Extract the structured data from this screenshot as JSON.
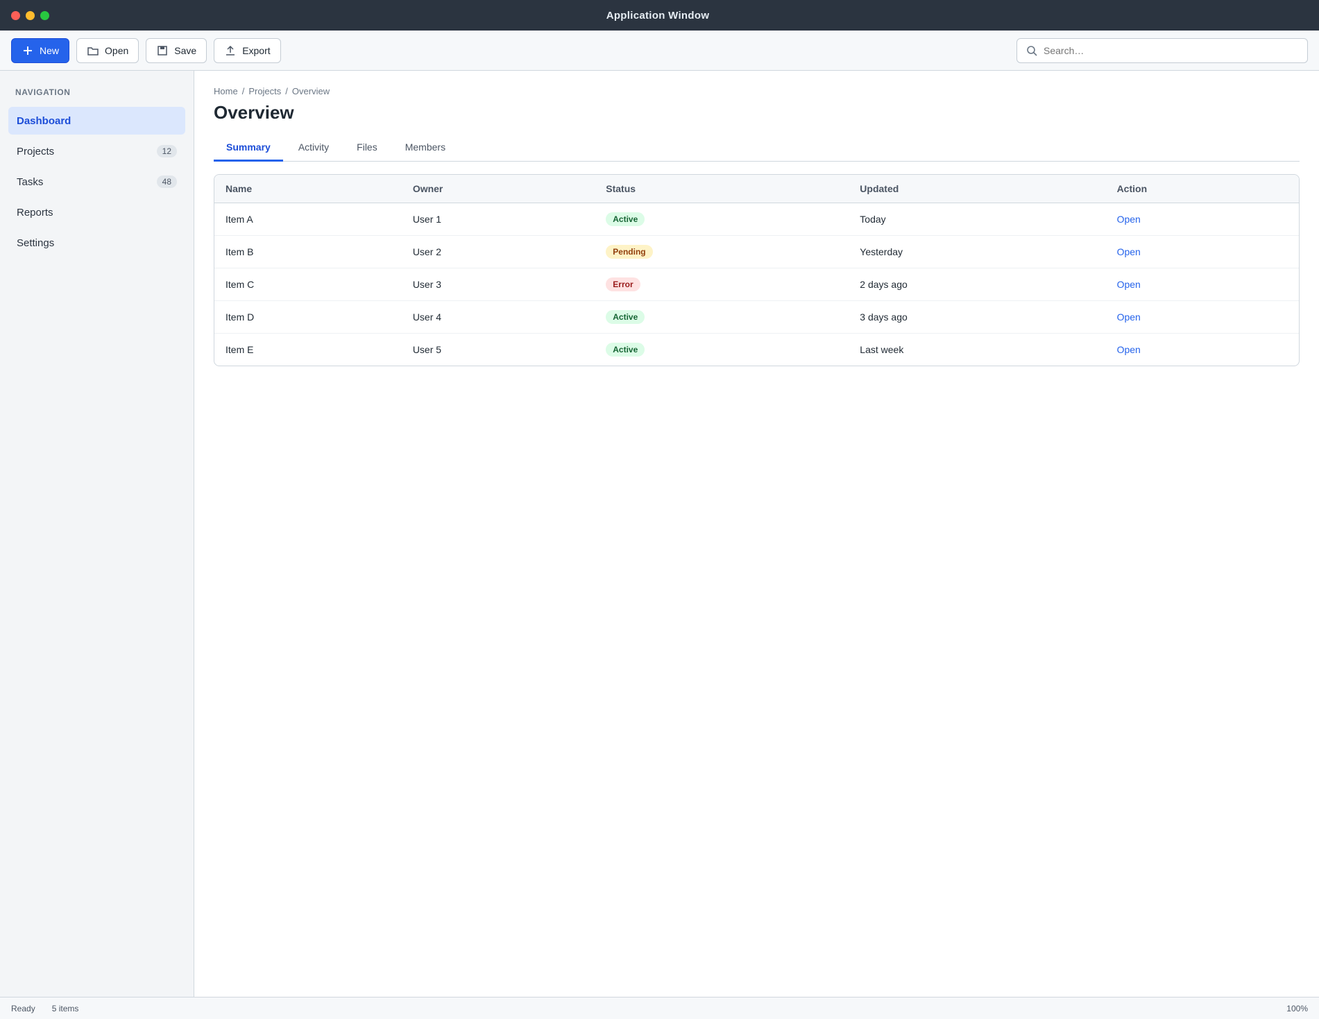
{
  "window": {
    "title": "Application Window"
  },
  "toolbar": {
    "new_label": "New",
    "open_label": "Open",
    "save_label": "Save",
    "export_label": "Export",
    "search_placeholder": "Search…"
  },
  "sidebar": {
    "heading": "Navigation",
    "items": [
      {
        "label": "Dashboard",
        "count": ""
      },
      {
        "label": "Projects",
        "count": "12"
      },
      {
        "label": "Tasks",
        "count": "48"
      },
      {
        "label": "Reports",
        "count": ""
      },
      {
        "label": "Settings",
        "count": ""
      }
    ]
  },
  "main": {
    "breadcrumb": [
      "Home",
      "Projects",
      "Overview"
    ],
    "title": "Overview",
    "tabs": [
      "Summary",
      "Activity",
      "Files",
      "Members"
    ],
    "table": {
      "headers": [
        "Name",
        "Owner",
        "Status",
        "Updated",
        "Action"
      ],
      "rows": [
        [
          "Item A",
          "User 1",
          "Active",
          "Today",
          "Open"
        ],
        [
          "Item B",
          "User 2",
          "Pending",
          "Yesterday",
          "Open"
        ],
        [
          "Item C",
          "User 3",
          "Error",
          "2 days ago",
          "Open"
        ],
        [
          "Item D",
          "User 4",
          "Active",
          "3 days ago",
          "Open"
        ],
        [
          "Item E",
          "User 5",
          "Active",
          "Last week",
          "Open"
        ]
      ]
    }
  },
  "status": {
    "left": "Ready",
    "middle": "5 items",
    "right": "100%"
  },
  "colors": {
    "accent": "#2563eb",
    "titlebar": "#2b3440"
  },
  "icons": [
    "plus-icon",
    "folder-icon",
    "save-icon",
    "export-icon",
    "search-icon"
  ]
}
